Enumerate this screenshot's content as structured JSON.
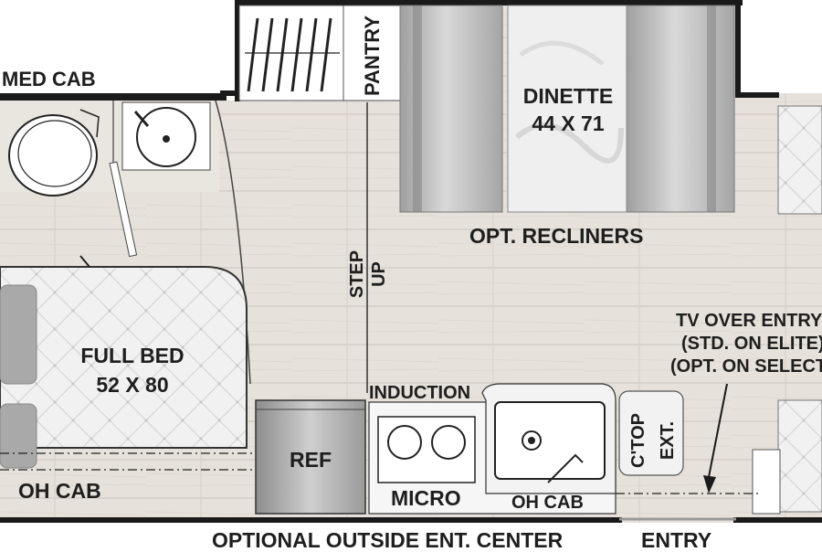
{
  "labels": {
    "med_cab": "MED CAB",
    "pantry": "PANTRY",
    "dinette": "DINETTE",
    "dinette_size": "44 X 71",
    "opt_recliners": "OPT. RECLINERS",
    "step": "STEP",
    "up": "UP",
    "full_bed": "FULL BED",
    "bed_size": "52 X 80",
    "tv_line1": "TV OVER ENTRY",
    "tv_line2": "(STD. ON ELITE)",
    "tv_line3": "(OPT. ON SELECT)",
    "induction": "INDUCTION",
    "ref": "REF",
    "micro": "MICRO",
    "oh_cab_left": "OH CAB",
    "oh_cab_right": "OH CAB",
    "ctop": "C'TOP",
    "ext": "EXT.",
    "outside_ent": "OPTIONAL OUTSIDE ENT. CENTER",
    "entry": "ENTRY"
  },
  "colors": {
    "floor": "#e6e1da",
    "floor_lines": "#cfc8bf",
    "wall": "#1a1a1a",
    "text": "#1e1e1e",
    "cushion": "#f2f2f2",
    "seat_grey": "#bdbdbd",
    "pillow": "#a9a9a9",
    "steel": "#a8a8a8"
  }
}
